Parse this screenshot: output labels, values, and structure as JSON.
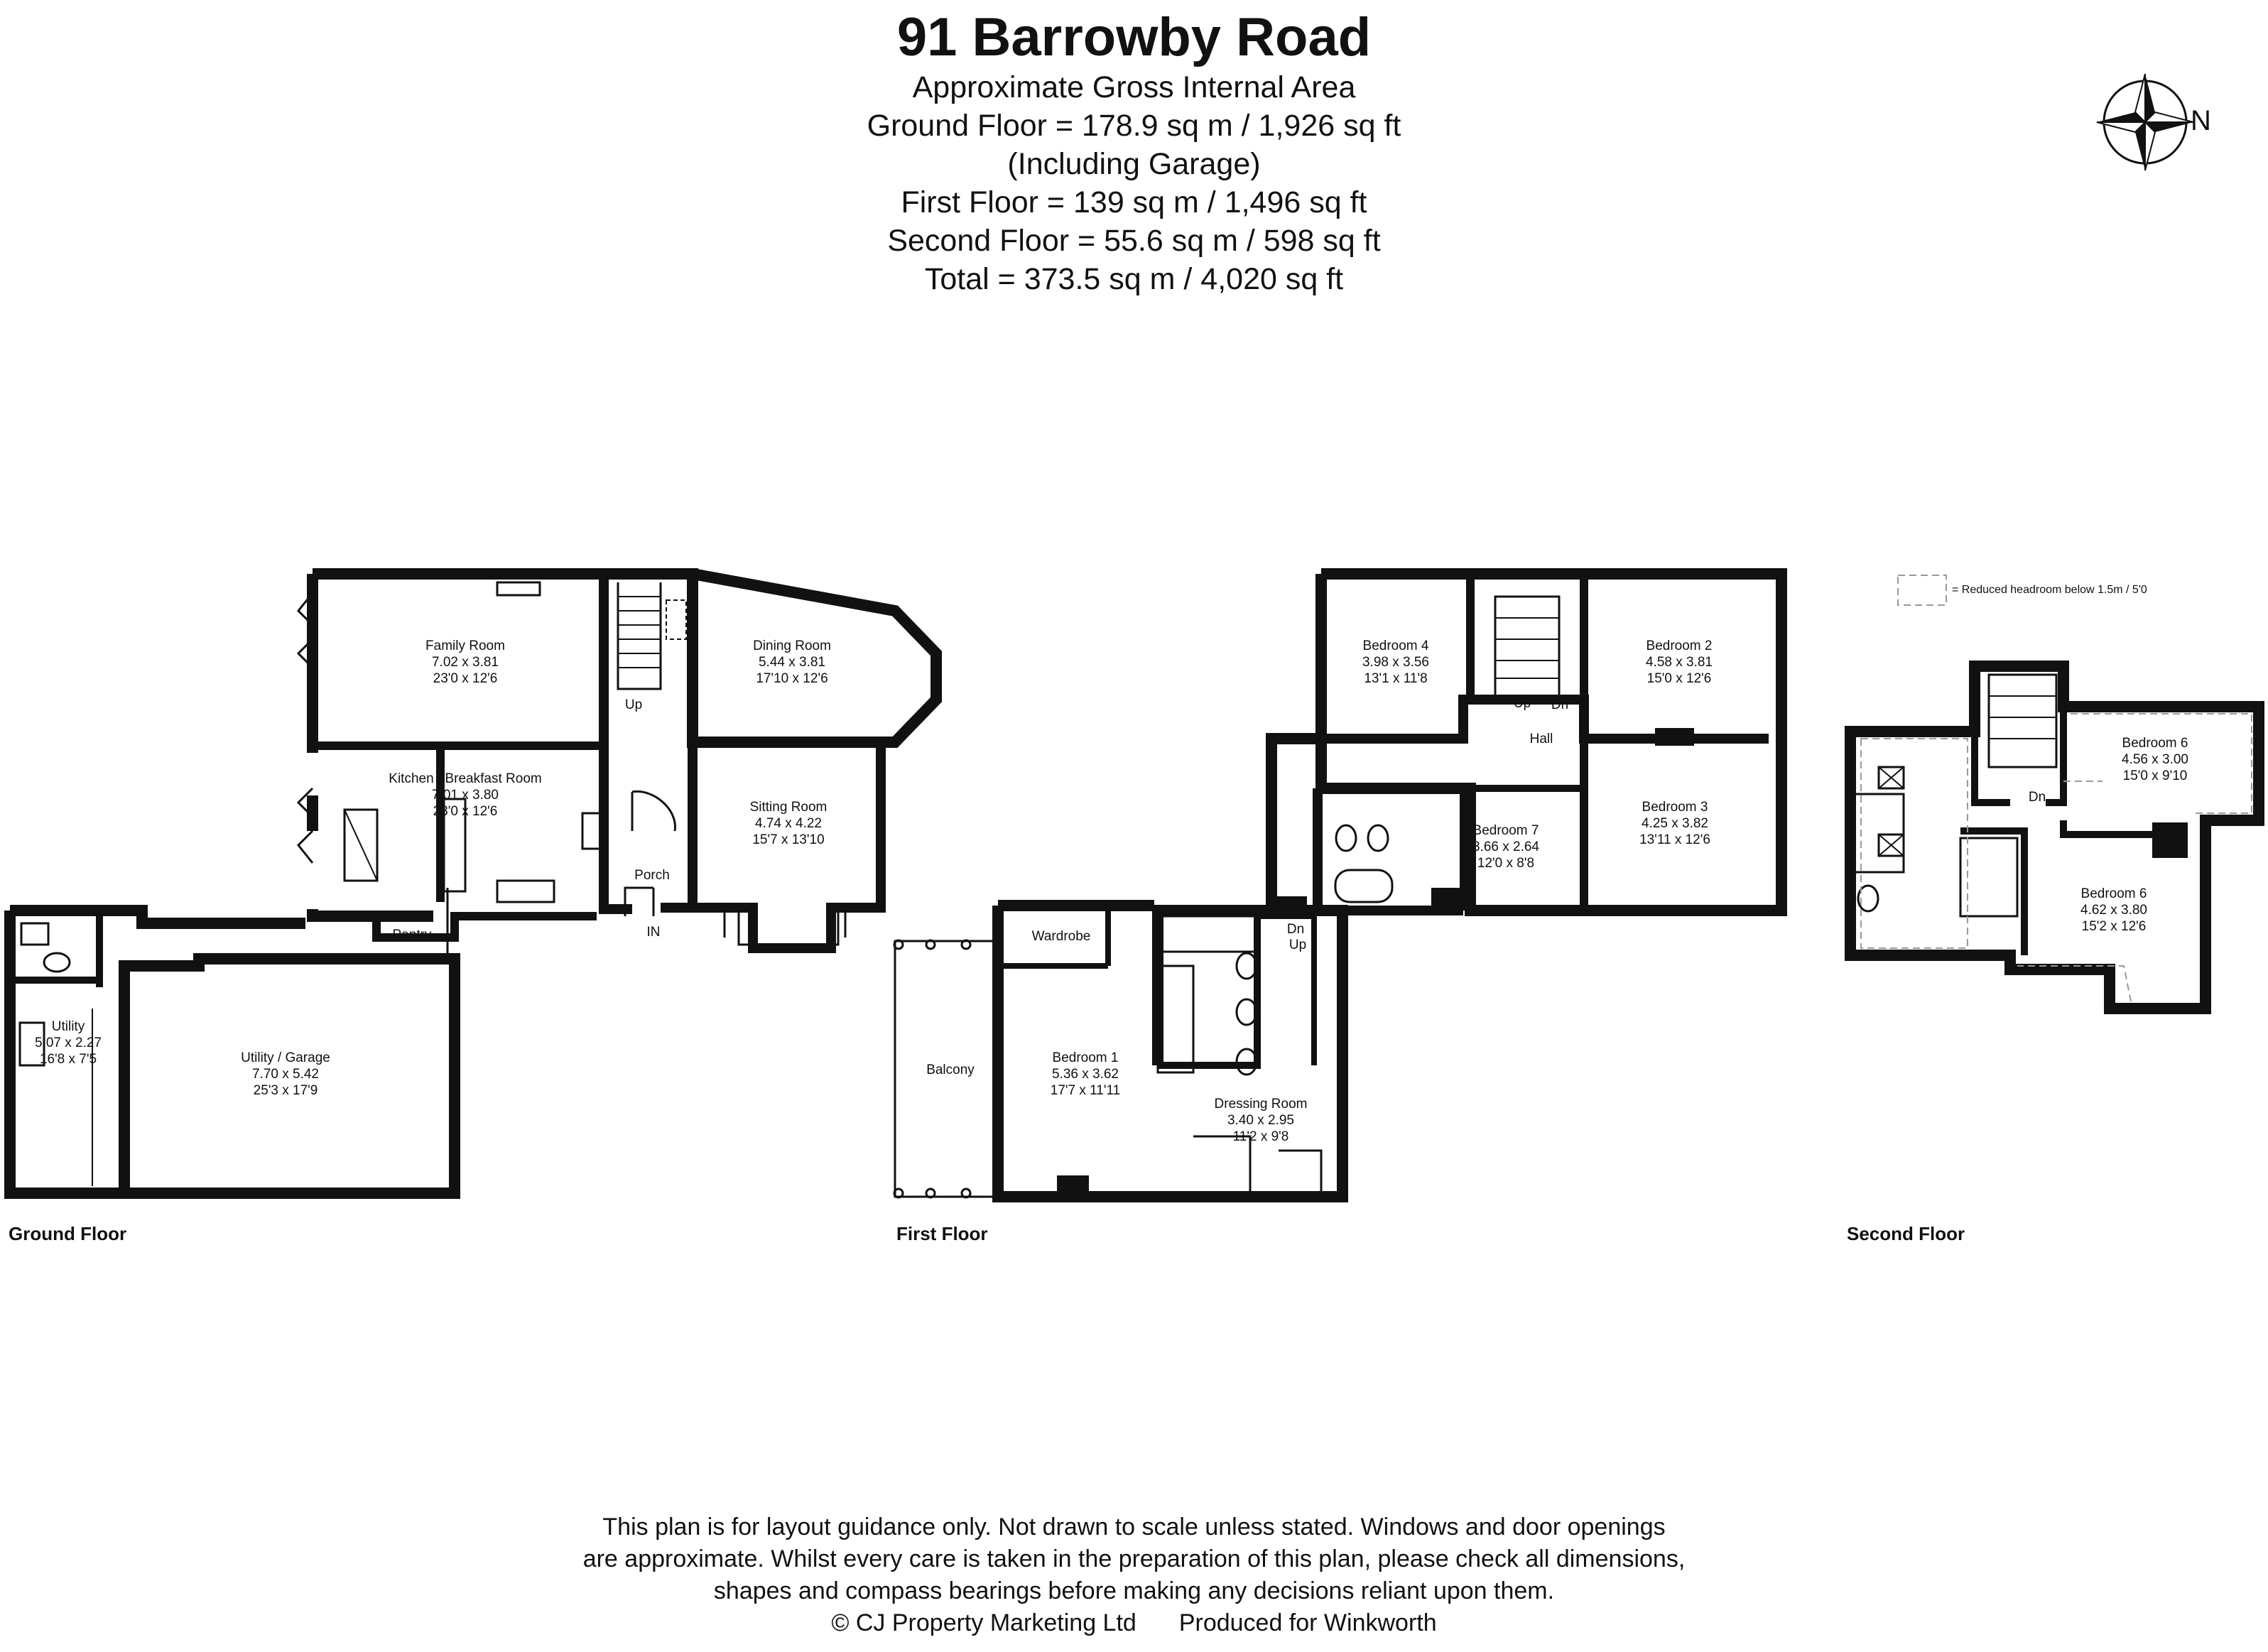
{
  "header": {
    "title": "91 Barrowby Road",
    "subtitle": "Approximate Gross Internal Area",
    "ground": "Ground Floor = 178.9 sq m / 1,926 sq ft",
    "ground_note": "(Including Garage)",
    "first": "First Floor = 139 sq m / 1,496 sq ft",
    "second": "Second Floor = 55.6 sq m / 598 sq ft",
    "total": "Total = 373.5 sq m / 4,020 sq ft"
  },
  "compass": {
    "label": "N"
  },
  "legend": {
    "text": "= Reduced headroom below 1.5m / 5'0"
  },
  "floors": {
    "ground": "Ground Floor",
    "first": "First Floor",
    "second": "Second Floor"
  },
  "rooms": {
    "family": [
      "Family Room",
      "7.02 x 3.81",
      "23'0 x 12'6"
    ],
    "dining": [
      "Dining Room",
      "5.44 x 3.81",
      "17'10 x 12'6"
    ],
    "kitchen": [
      "Kitchen / Breakfast Room",
      "7.01 x 3.80",
      "23'0 x 12'6"
    ],
    "sitting": [
      "Sitting Room",
      "4.74 x 4.22",
      "15'7 x 13'10"
    ],
    "utility": [
      "Utility",
      "5.07 x 2.27",
      "16'8 x 7'5"
    ],
    "garage": [
      "Utility / Garage",
      "7.70 x 5.42",
      "25'3 x 17'9"
    ],
    "bed4": [
      "Bedroom 4",
      "3.98 x 3.56",
      "13'1 x 11'8"
    ],
    "bed2": [
      "Bedroom 2",
      "4.58 x 3.81",
      "15'0 x 12'6"
    ],
    "bed7": [
      "Bedroom 7",
      "3.66 x 2.64",
      "12'0 x 8'8"
    ],
    "bed3": [
      "Bedroom 3",
      "4.25 x 3.82",
      "13'11 x 12'6"
    ],
    "bed1": [
      "Bedroom 1",
      "5.36 x 3.62",
      "17'7 x 11'11"
    ],
    "dressing": [
      "Dressing Room",
      "3.40 x 2.95",
      "11'2 x 9'8"
    ],
    "bed6a": [
      "Bedroom 6",
      "4.56 x 3.00",
      "15'0 x 9'10"
    ],
    "bed6b": [
      "Bedroom 6",
      "4.62 x 3.80",
      "15'2 x 12'6"
    ]
  },
  "labels": {
    "porch": "Porch",
    "in": "IN",
    "pantry": "Pantry",
    "up": "Up",
    "dn": "Dn",
    "hall": "Hall",
    "wardrobe": "Wardrobe",
    "balcony": "Balcony"
  },
  "footer": {
    "line1": "This plan is for layout guidance only. Not drawn to scale unless stated. Windows and door openings",
    "line2": "are approximate. Whilst every care is taken in the preparation of this plan, please check all dimensions,",
    "line3": "shapes and compass bearings before making any decisions reliant upon them.",
    "copyright": "© CJ Property Marketing Ltd",
    "produced": "Produced for Winkworth"
  }
}
